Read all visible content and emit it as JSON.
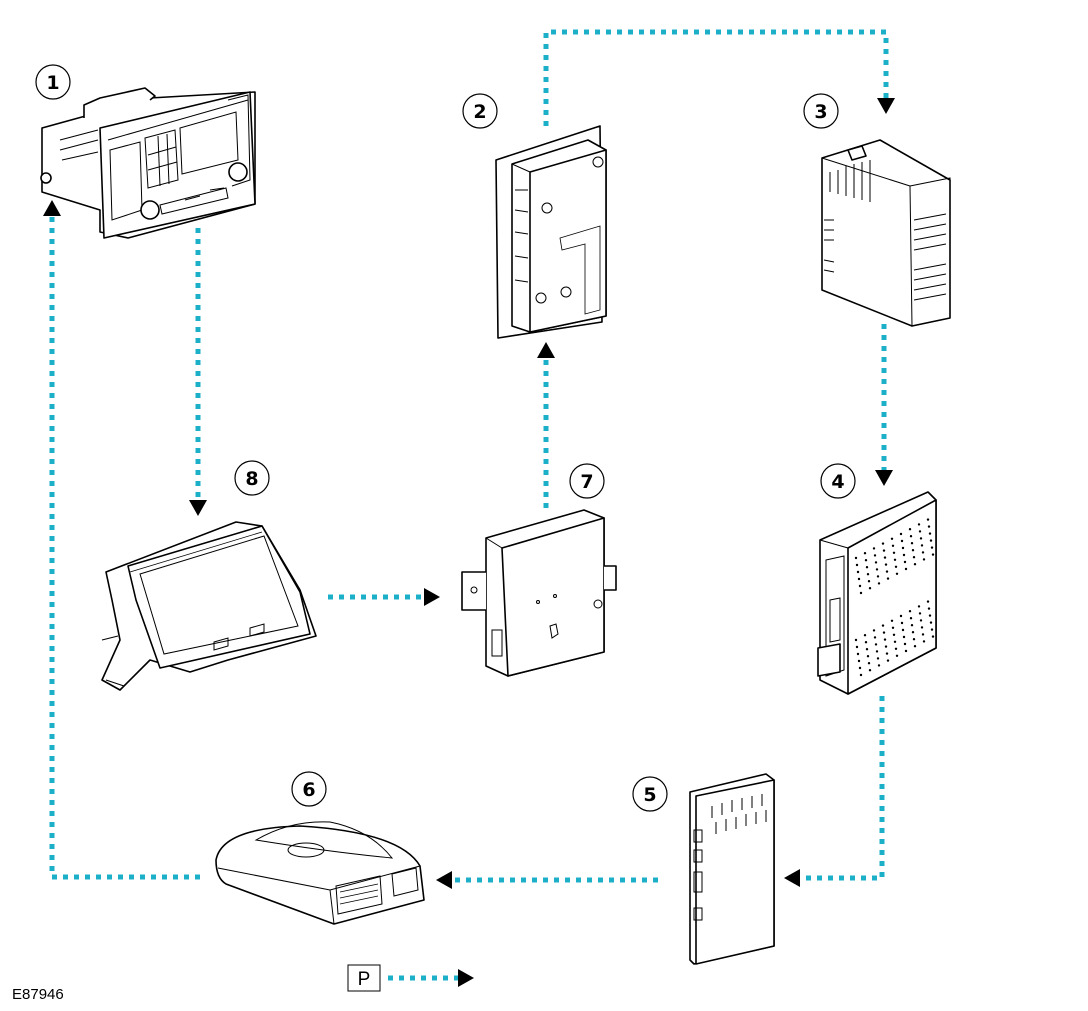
{
  "figure_ref": "E87946",
  "colors": {
    "link": "#1BB0C8",
    "arrow": "#000000",
    "outline": "#000000",
    "background": "#ffffff"
  },
  "components": [
    {
      "id": 1,
      "callout": "1",
      "depicts": "audio head unit"
    },
    {
      "id": 2,
      "callout": "2",
      "depicts": "control module with flange"
    },
    {
      "id": 3,
      "callout": "3",
      "depicts": "finned amplifier module"
    },
    {
      "id": 4,
      "callout": "4",
      "depicts": "perforated module"
    },
    {
      "id": 5,
      "callout": "5",
      "depicts": "slim slotted module"
    },
    {
      "id": 6,
      "callout": "6",
      "depicts": "rounded interface unit"
    },
    {
      "id": 7,
      "callout": "7",
      "depicts": "bracketed control module"
    },
    {
      "id": 8,
      "callout": "8",
      "depicts": "touch screen display"
    }
  ],
  "connections": [
    {
      "from": 1,
      "to": 8
    },
    {
      "from": 8,
      "to": 7
    },
    {
      "from": 7,
      "to": 2
    },
    {
      "from": 2,
      "to": 3
    },
    {
      "from": 3,
      "to": 4
    },
    {
      "from": 4,
      "to": 5
    },
    {
      "from": 5,
      "to": 6
    },
    {
      "from": 6,
      "to": 1
    }
  ],
  "legend": {
    "symbol_label": "P",
    "symbol_meaning": "dotted arrow link"
  }
}
